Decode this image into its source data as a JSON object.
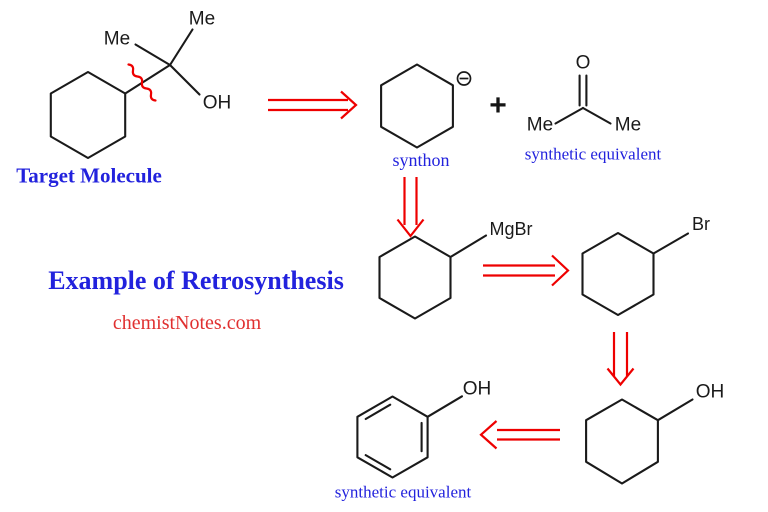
{
  "title": {
    "heading": "Example of Retrosynthesis",
    "site": "chemistNotes.com"
  },
  "colors": {
    "structure_ink": "#1a1a1a",
    "arrow_red": "#ee0000",
    "label_blue": "#2222dd",
    "site_red": "#e03030"
  },
  "molecules": {
    "target": {
      "caption": "Target Molecule",
      "me_left": "Me",
      "me_top": "Me",
      "hydroxyl": "OH"
    },
    "synthon": {
      "caption": "synthon"
    },
    "plus_sign": "+",
    "acetone": {
      "oxygen": "O",
      "me_left": "Me",
      "me_right": "Me",
      "caption": "synthetic equivalent"
    },
    "grignard": {
      "group": "MgBr"
    },
    "bromide": {
      "group": "Br"
    },
    "cyclohexanol": {
      "group": "OH"
    },
    "phenol": {
      "hydroxyl": "OH",
      "caption": "synthetic equivalent"
    }
  }
}
